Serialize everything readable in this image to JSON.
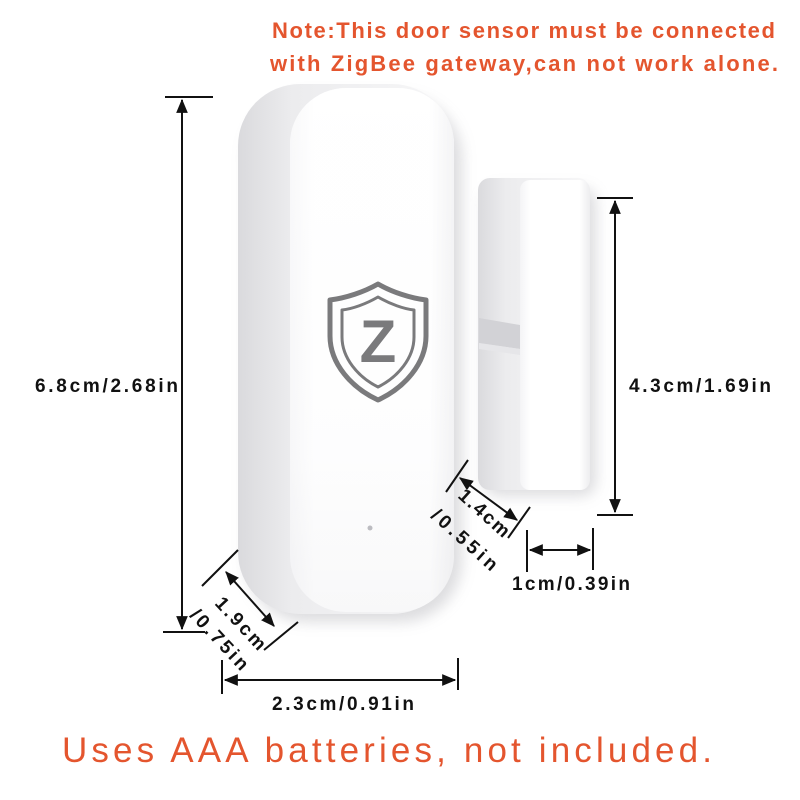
{
  "note": {
    "line1": "Note:This door sensor must be connected",
    "line2": "with ZigBee gateway,can not work alone."
  },
  "logo": {
    "letter": "Z"
  },
  "dimensions": {
    "sensor_height": "6.8cm/2.68in",
    "magnet_height": "4.3cm/1.69in",
    "magnet_depth_cm": "1.4cm",
    "magnet_depth_in": "/0.55in",
    "magnet_width": "1cm/0.39in",
    "sensor_depth_cm": "1.9cm",
    "sensor_depth_in": "/0.75in",
    "sensor_width": "2.3cm/0.91in"
  },
  "footer": {
    "battery_note": "Uses AAA batteries, not included."
  },
  "colors": {
    "accent": "#e4552e",
    "dimension_line": "#111111",
    "logo": "#7a7a7c"
  }
}
